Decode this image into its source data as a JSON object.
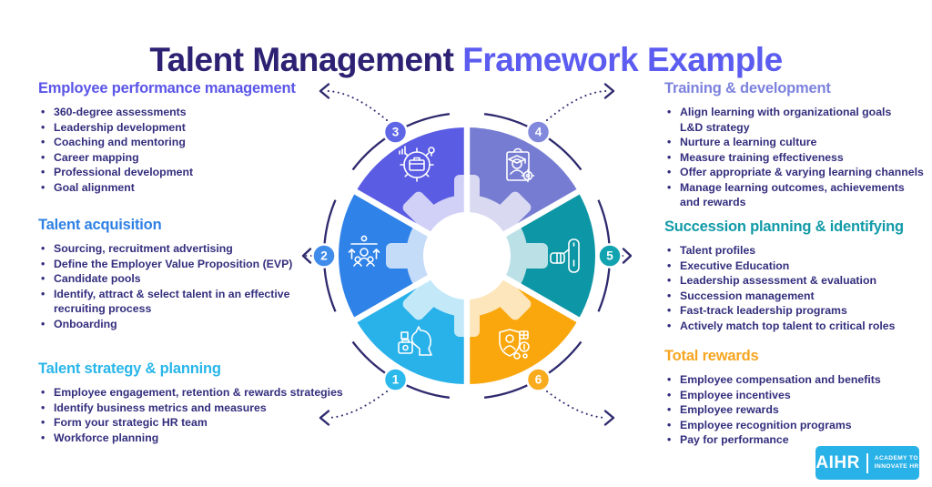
{
  "title": {
    "part1": "Talent Management",
    "part2": "Framework Example"
  },
  "colors": {
    "title_dark": "#2d2173",
    "title_light": "#5c5cf0",
    "body_text": "#332e7d",
    "line_navy": "#2e2a6e",
    "logo_bg": "#29b2e8"
  },
  "left_sections": [
    {
      "heading": "Employee performance management",
      "heading_color": "#5a55e8",
      "wheel_number": "3",
      "items": [
        "360-degree assessments",
        "Leadership development",
        "Coaching and mentoring",
        "Career mapping",
        "Professional development",
        "Goal alignment"
      ]
    },
    {
      "heading": "Talent acquisition",
      "heading_color": "#2f80e4",
      "wheel_number": "2",
      "items": [
        "Sourcing, recruitment advertising",
        "Define the Employer Value Proposition (EVP)",
        "Candidate pools",
        "Identify, attract & select talent in an effective\nrecruiting process",
        "Onboarding"
      ]
    },
    {
      "heading": "Talent strategy & planning",
      "heading_color": "#29b6ea",
      "wheel_number": "1",
      "items": [
        "Employee engagement, retention & rewards strategies",
        "Identify business metrics and measures",
        "Form your strategic HR team",
        "Workforce planning"
      ]
    }
  ],
  "right_sections": [
    {
      "heading": "Training & development",
      "heading_color": "#7c82dd",
      "wheel_number": "4",
      "items": [
        "Align learning with organizational goals\nL&D strategy",
        "Nurture a learning culture",
        "Measure training effectiveness",
        "Offer appropriate & varying learning channels",
        "Manage learning outcomes, achievements\nand rewards"
      ]
    },
    {
      "heading": "Succession planning & identifying",
      "heading_color": "#129aa8",
      "wheel_number": "5",
      "items": [
        "Talent profiles",
        "Executive Education",
        "Leadership assessment & evaluation",
        "Succession management",
        "Fast-track leadership programs",
        "Actively match top talent to critical roles"
      ]
    },
    {
      "heading": "Total rewards",
      "heading_color": "#f6a51f",
      "wheel_number": "6",
      "items": [
        "Employee compensation and benefits",
        "Employee incentives",
        "Employee rewards",
        "Employee recognition programs",
        "Pay for performance"
      ]
    }
  ],
  "wheel": {
    "segments": [
      {
        "number": "1",
        "name": "Talent strategy & planning",
        "color": "#29b1ea",
        "badge_color": "#2cb9ec",
        "icon": "chess-knight-strategy-icon"
      },
      {
        "number": "2",
        "name": "Talent acquisition",
        "color": "#2f82e8",
        "badge_color": "#3f8ceb",
        "icon": "org-growth-people-icon"
      },
      {
        "number": "3",
        "name": "Employee performance management",
        "color": "#5b5ce4",
        "badge_color": "#5f66e6",
        "icon": "gear-briefcase-icon"
      },
      {
        "number": "4",
        "name": "Training & development",
        "color": "#767cd2",
        "badge_color": "#8289dd",
        "icon": "clipboard-graduate-icon"
      },
      {
        "number": "5",
        "name": "Succession planning & identifying",
        "color": "#0d96a5",
        "badge_color": "#12a3b0",
        "icon": "hand-baton-icon"
      },
      {
        "number": "6",
        "name": "Total rewards",
        "color": "#f9a70d",
        "badge_color": "#f9ab1e",
        "icon": "shield-rewards-icon"
      }
    ]
  },
  "logo": {
    "brand": "AIHR",
    "tagline1": "ACADEMY TO",
    "tagline2": "INNOVATE HR"
  }
}
